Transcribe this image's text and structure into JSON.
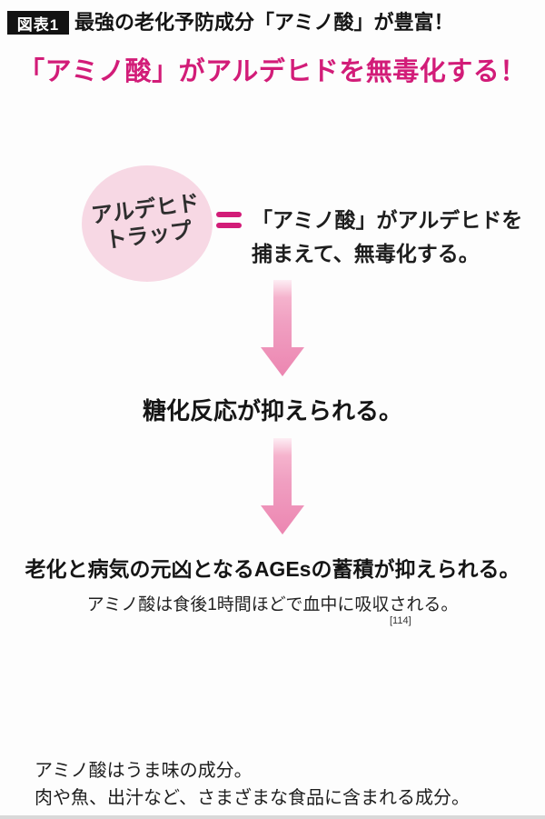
{
  "colors": {
    "background": "#fdfdfd",
    "accent_pink": "#d21c78",
    "bubble_fill": "#f7d8e4",
    "arrow_pink": "#ee8fb5",
    "arrow_pink_light": "#fdeef4",
    "text_dark": "#1b1b1b"
  },
  "header": {
    "badge": "図表1",
    "title": "最強の老化予防成分「アミノ酸」が豊富！"
  },
  "subtitle": "「アミノ酸」がアルデヒドを無毒化する！",
  "diagram": {
    "bubble_line1": "アルデヒド",
    "bubble_line2": "トラップ",
    "definition_line1": "「アミノ酸」がアルデヒドを",
    "definition_line2": "捕まえて、無毒化する。",
    "step1": "糖化反応が抑えられる。",
    "step2": "老化と病気の元凶となるAGEsの蓄積が抑えられる。",
    "note": "アミノ酸は食後1時間ほどで血中に吸収される。",
    "citation": "[114]"
  },
  "footer": {
    "line1": "アミノ酸はうま味の成分。",
    "line2": "肉や魚、出汁など、さまざまな食品に含まれる成分。"
  }
}
